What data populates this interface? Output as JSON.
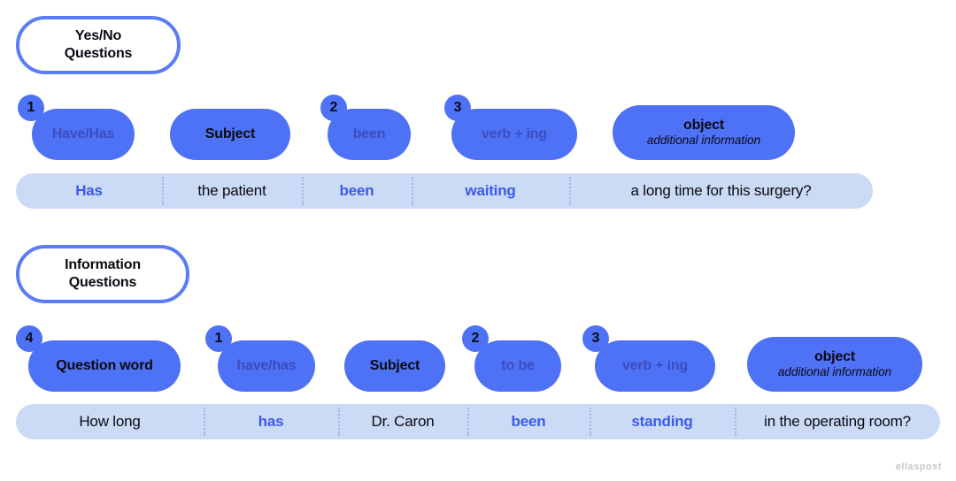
{
  "sections": [
    {
      "header": "Yes/No\nQuestions",
      "header_line1": "Yes/No",
      "header_line2": "Questions",
      "slots": [
        {
          "label": "Have/Has",
          "sub": "",
          "badge": "1",
          "style": "muted"
        },
        {
          "label": "Subject",
          "sub": "",
          "badge": "",
          "style": "dark"
        },
        {
          "label": "been",
          "sub": "",
          "badge": "2",
          "style": "muted"
        },
        {
          "label": "verb + ing",
          "sub": "",
          "badge": "3",
          "style": "muted"
        },
        {
          "label": "object",
          "sub": "additional information",
          "badge": "",
          "style": "dark"
        }
      ],
      "sentence": [
        {
          "text": "Has",
          "style": "blue"
        },
        {
          "text": "the patient",
          "style": "black"
        },
        {
          "text": "been",
          "style": "blue"
        },
        {
          "text": "waiting",
          "style": "blue"
        },
        {
          "text": "a long time for this surgery?",
          "style": "black"
        }
      ]
    },
    {
      "header": "Information\nQuestions",
      "header_line1": "Information",
      "header_line2": "Questions",
      "slots": [
        {
          "label": "Question word",
          "sub": "",
          "badge": "4",
          "style": "dark"
        },
        {
          "label": "have/has",
          "sub": "",
          "badge": "1",
          "style": "muted"
        },
        {
          "label": "Subject",
          "sub": "",
          "badge": "",
          "style": "dark"
        },
        {
          "label": "to be",
          "sub": "",
          "badge": "2",
          "style": "muted"
        },
        {
          "label": "verb + ing",
          "sub": "",
          "badge": "3",
          "style": "muted"
        },
        {
          "label": "object",
          "sub": "additional information",
          "badge": "",
          "style": "dark"
        }
      ],
      "sentence": [
        {
          "text": "How long",
          "style": "black"
        },
        {
          "text": "has",
          "style": "blue"
        },
        {
          "text": "Dr. Caron",
          "style": "black"
        },
        {
          "text": "been",
          "style": "blue"
        },
        {
          "text": "standing",
          "style": "blue"
        },
        {
          "text": "in the operating room?",
          "style": "black"
        }
      ]
    }
  ],
  "watermark": "ellaspost",
  "colors": {
    "pill": "#4E72F5",
    "strip": "#CBDAF5",
    "blue_text": "#3B5BE8",
    "muted_pill_text": "#3B4DBF",
    "black_text": "#0A0A12",
    "header_border": "#5A7CF7",
    "divider": "#9FB6E6"
  }
}
